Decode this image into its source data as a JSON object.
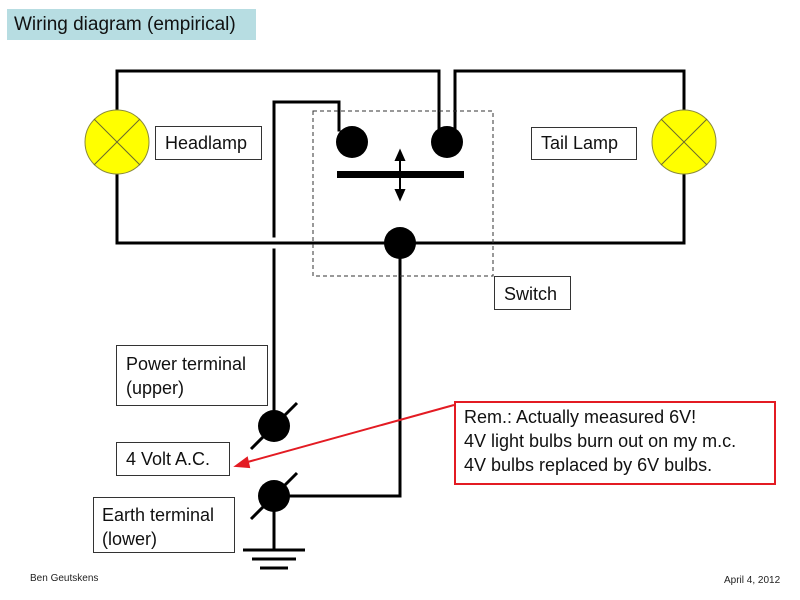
{
  "title": "Wiring diagram (empirical)",
  "labels": {
    "headlamp": "Headlamp",
    "tail_lamp": "Tail Lamp",
    "switch": "Switch",
    "power_terminal": [
      "Power terminal",
      "(upper)"
    ],
    "voltage": "4 Volt A.C.",
    "earth_terminal": [
      "Earth terminal",
      "(lower)"
    ]
  },
  "remark": {
    "lines": [
      "Rem.: Actually measured 6V!",
      "4V light bulbs burn out on my m.c.",
      "4V bulbs replaced by 6V bulbs."
    ],
    "color": "#e31b23"
  },
  "colors": {
    "lamp_fill": "#ffff00",
    "title_bg": "#b7dde2",
    "wire": "#000000"
  },
  "footer": {
    "author": "Ben Geutskens",
    "date": "April 4, 2012"
  }
}
